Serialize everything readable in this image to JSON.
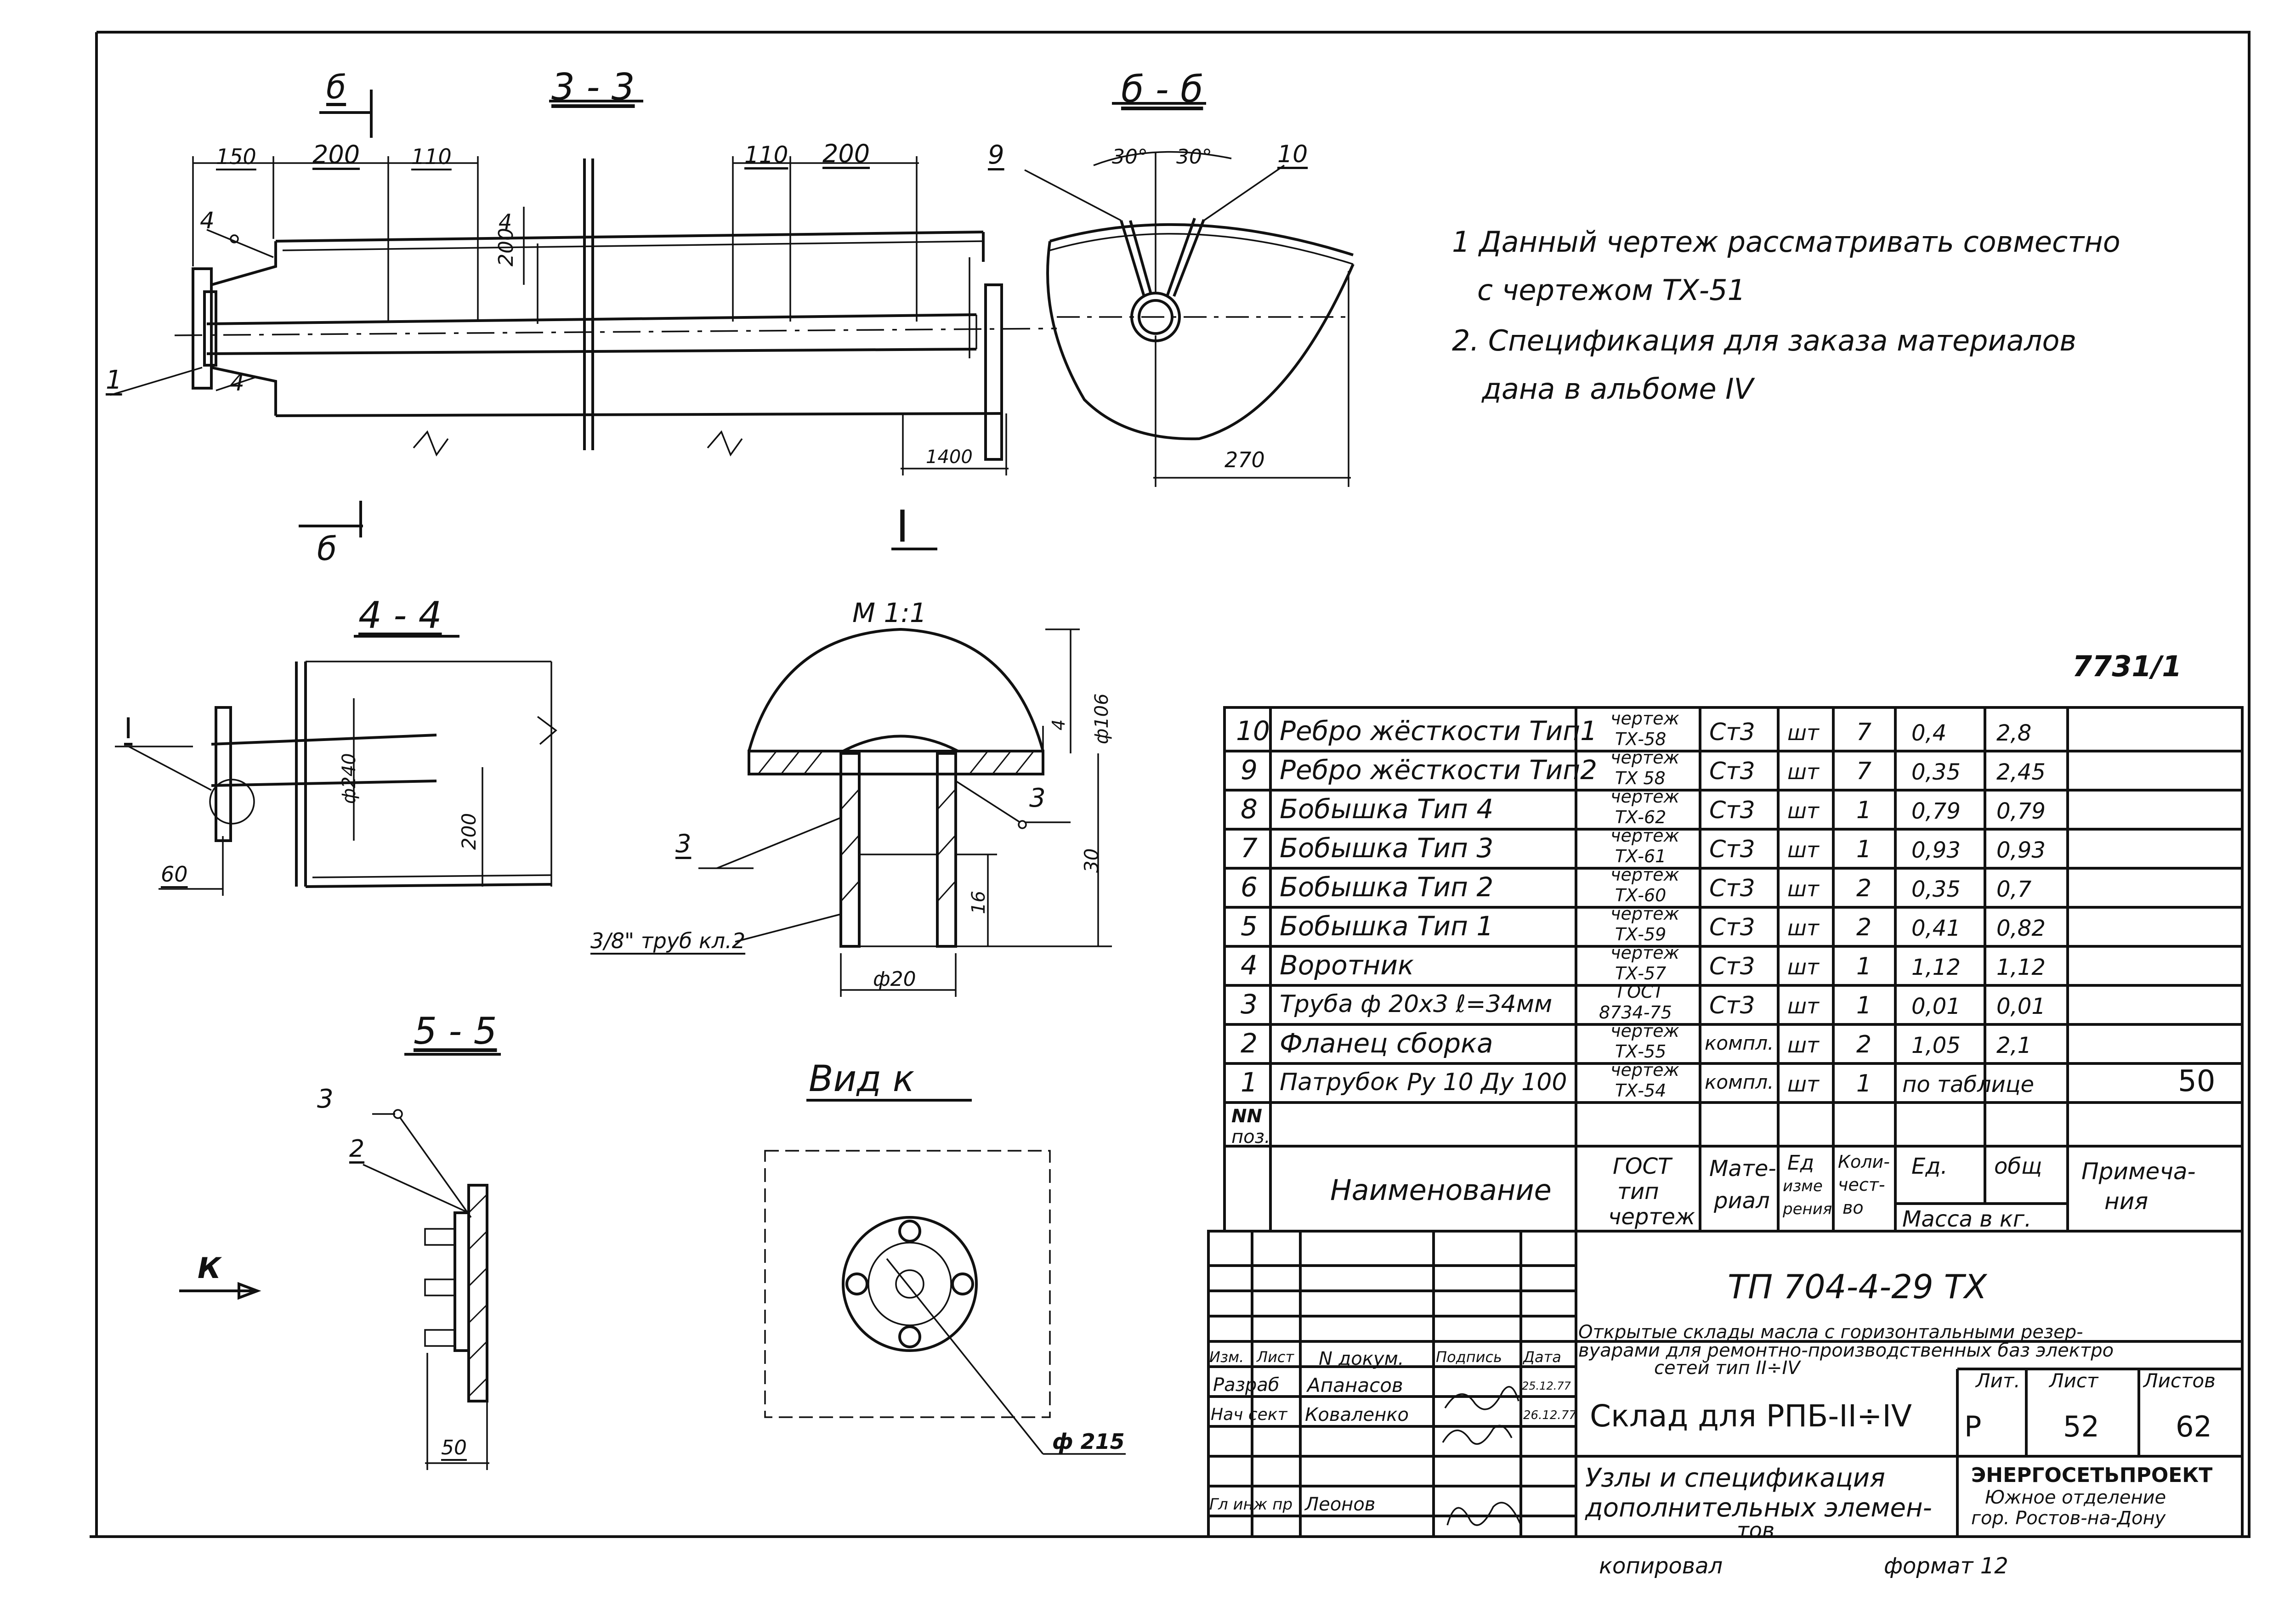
{
  "sections": {
    "s33": "3 - 3",
    "s66": "б - б",
    "s44": "4 - 4",
    "s55": "5 - 5",
    "detail_I": "I",
    "detail_scale": "М 1:1",
    "view_k": "Вид к",
    "cut_b_top": "б",
    "cut_b_bottom": "б",
    "k_arrow": "К"
  },
  "dims": {
    "d150": "150",
    "d200a": "200",
    "d110a": "110",
    "d110b": "110",
    "d200b": "200",
    "d200v": "200",
    "d1400": "1400",
    "d270": "270",
    "a30a": "30°",
    "a30b": "30°",
    "d240": "ф240",
    "d200h": "200",
    "d60": "60",
    "d106": "ф106",
    "d4": "4",
    "d30": "30",
    "d16": "16",
    "d20": "ф20",
    "d50": "50",
    "d215": "ф 215"
  },
  "callouts": {
    "c9": "9",
    "c10": "10",
    "c4a": "4",
    "c4b": "4",
    "c4c": "4",
    "c1": "1",
    "cI": "I",
    "c3a": "3",
    "c3b": "3",
    "c3c": "3",
    "c2": "2",
    "pipe_note": "3/8\" труб кл.2"
  },
  "notes": [
    "1 Данный чертеж рассматривать совместно",
    "с чертежом ТХ-51",
    "2. Спецификация для заказа материалов",
    "дана в альбоме IV"
  ],
  "doc_number": "7731/1",
  "spec": {
    "rows": [
      {
        "pos": "10",
        "name": "Ребро жёсткости Тип1",
        "ref1": "чертеж",
        "ref2": "ТХ-58",
        "mat": "Ст3",
        "unit": "шт",
        "qty": "7",
        "m1": "0,4",
        "m2": "2,8",
        "note": ""
      },
      {
        "pos": "9",
        "name": "Ребро жёсткости Тип2",
        "ref1": "чертеж",
        "ref2": "ТХ 58",
        "mat": "Ст3",
        "unit": "шт",
        "qty": "7",
        "m1": "0,35",
        "m2": "2,45",
        "note": ""
      },
      {
        "pos": "8",
        "name": "Бобышка Тип 4",
        "ref1": "чертеж",
        "ref2": "ТХ-62",
        "mat": "Ст3",
        "unit": "шт",
        "qty": "1",
        "m1": "0,79",
        "m2": "0,79",
        "note": ""
      },
      {
        "pos": "7",
        "name": "Бобышка Тип 3",
        "ref1": "чертеж",
        "ref2": "ТХ-61",
        "mat": "Ст3",
        "unit": "шт",
        "qty": "1",
        "m1": "0,93",
        "m2": "0,93",
        "note": ""
      },
      {
        "pos": "6",
        "name": "Бобышка Тип 2",
        "ref1": "чертеж",
        "ref2": "ТХ-60",
        "mat": "Ст3",
        "unit": "шт",
        "qty": "2",
        "m1": "0,35",
        "m2": "0,7",
        "note": ""
      },
      {
        "pos": "5",
        "name": "Бобышка Тип 1",
        "ref1": "чертеж",
        "ref2": "ТХ-59",
        "mat": "Ст3",
        "unit": "шт",
        "qty": "2",
        "m1": "0,41",
        "m2": "0,82",
        "note": ""
      },
      {
        "pos": "4",
        "name": "Воротник",
        "ref1": "чертеж",
        "ref2": "ТХ-57",
        "mat": "Ст3",
        "unit": "шт",
        "qty": "1",
        "m1": "1,12",
        "m2": "1,12",
        "note": ""
      },
      {
        "pos": "3",
        "name": "Труба ф 20х3 ℓ=34мм",
        "ref1": "ГОСТ",
        "ref2": "8734-75",
        "mat": "Ст3",
        "unit": "шт",
        "qty": "1",
        "m1": "0,01",
        "m2": "0,01",
        "note": ""
      },
      {
        "pos": "2",
        "name": "Фланец сборка",
        "ref1": "чертеж",
        "ref2": "ТХ-55",
        "mat": "компл.",
        "unit": "шт",
        "qty": "2",
        "m1": "1,05",
        "m2": "2,1",
        "note": ""
      },
      {
        "pos": "1",
        "name": "Патрубок Ру 10 Ду 100",
        "ref1": "чертеж",
        "ref2": "ТХ-54",
        "mat": "компл.",
        "unit": "шт",
        "qty": "1",
        "m1": "по таблице",
        "m2": "",
        "note": "50"
      }
    ],
    "header": {
      "pos1": "NN",
      "pos2": "поз.",
      "name": "Наименование",
      "ref1": "ГОСТ",
      "ref2": "тип",
      "ref3": "чертеж",
      "mat1": "Мате-",
      "mat2": "риал",
      "unit1": "Ед",
      "unit2": "изме",
      "unit3": "рения",
      "qty1": "Коли-",
      "qty2": "чест-",
      "qty3": "во",
      "m1": "Ед.",
      "m2": "общ",
      "mass": "Масса в кг.",
      "note1": "Примеча-",
      "note2": "ния"
    }
  },
  "title_block": {
    "code": "ТП 704-4-29 ТХ",
    "desc1": "Открытые склады масла с горизонтальными резер-",
    "desc2": "вуарами для ремонтно-производственных баз электро",
    "desc3": "сетей тип II÷IV",
    "hdr_izm": "Изм.",
    "hdr_list": "Лист",
    "hdr_doc": "N докум.",
    "hdr_sign": "Подпись",
    "hdr_date": "Дата",
    "role1": "Разраб",
    "name1": "Апанасов",
    "date1": "25.12.77",
    "role2": "Нач сект",
    "name2": "Коваленко",
    "date2": "26.12.77",
    "role3": "Гл инж пр",
    "name3": "Леонов",
    "sheet_title": "Склад для РПБ-II÷IV",
    "lit_h": "Лит.",
    "list_h": "Лист",
    "listov_h": "Листов",
    "lit": "Р",
    "list": "52",
    "listov": "62",
    "sub1": "Узлы и спецификация",
    "sub2": "дополнительных элемен-",
    "sub3": "тов",
    "org1": "ЭНЕРГОСЕТЬПРОЕКТ",
    "org2": "Южное отделение",
    "org3": "гор. Ростов-на-Дону",
    "copied": "копировал",
    "format": "формат 12"
  }
}
